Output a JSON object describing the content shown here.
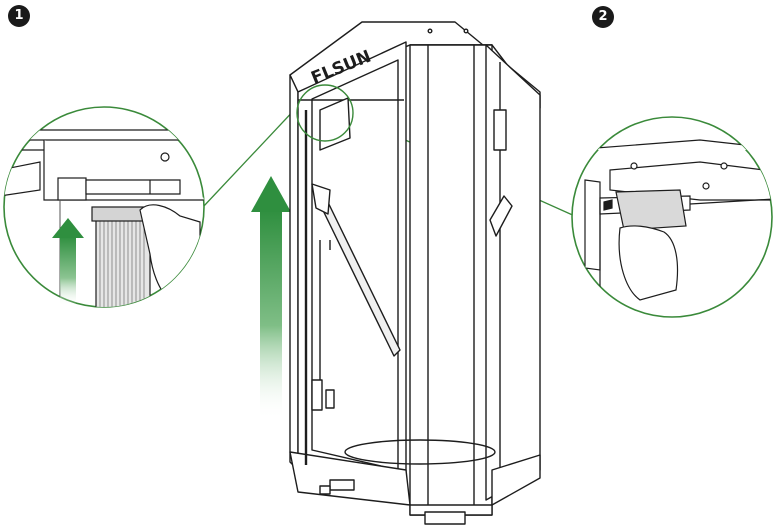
{
  "steps": [
    {
      "number": "1"
    },
    {
      "number": "2"
    }
  ],
  "printer": {
    "brand": "FLSUN"
  },
  "colors": {
    "callout_line": "#3a8a3a",
    "arrow_dark": "#2f8f3f",
    "arrow_light": "#e3f1e3",
    "stroke": "#1d1d1d"
  },
  "icons": [
    "up-arrow-icon",
    "ribbon-cable-icon",
    "hand-icon"
  ]
}
